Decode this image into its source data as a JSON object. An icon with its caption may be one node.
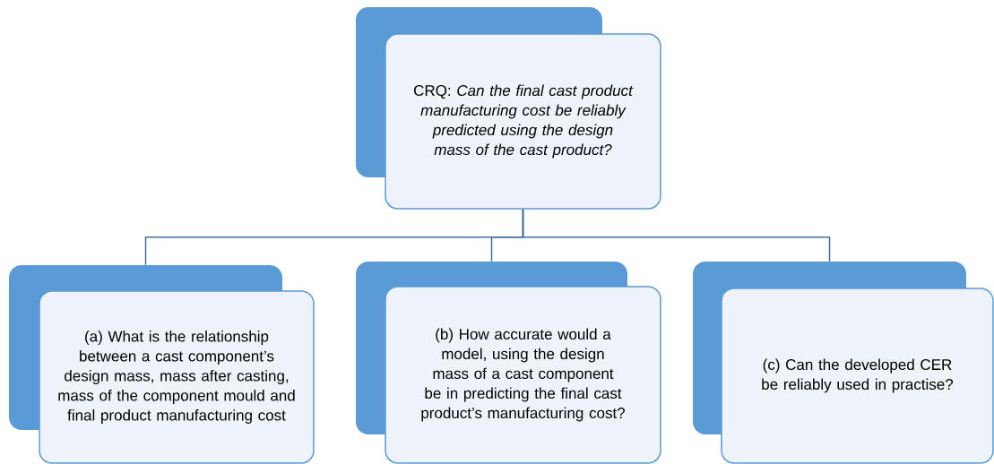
{
  "diagram": {
    "nodes": [
      {
        "text": [
          "CRQ: *Can the final cast product manufacturing cost be reliably predicted using the design mass of the cast product?*"
        ]
      },
      {
        "text": [
          "(a) What is the relationship between a cast component’s design mass, mass after casting, mass of the component mould and final product manufacturing cost"
        ]
      },
      {
        "text": [
          "(b) How accurate would a model, using the design mass of a cast component be in predicting the final cast product’s manufacturing cost?"
        ]
      },
      {
        "text": [
          "(c) Can the developed CER be reliably used in practise?"
        ]
      }
    ],
    "edges": [
      {
        "from": 0,
        "to": 1,
        "arrow": "none"
      },
      {
        "from": 0,
        "to": 2,
        "arrow": "none"
      },
      {
        "from": 0,
        "to": 3,
        "arrow": "none"
      }
    ]
  }
}
